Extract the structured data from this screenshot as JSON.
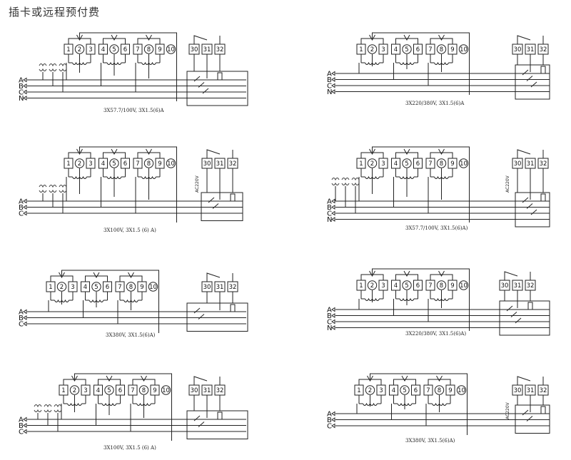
{
  "title": "插卡或远程预付费",
  "diagrams": [
    {
      "label": "3X57.7/100V,    3X1.5(6)A",
      "phases": [
        "A",
        "B",
        "C",
        "N"
      ],
      "terminals": [
        "1",
        "2",
        "3",
        "4",
        "5",
        "6",
        "7",
        "8",
        "9",
        "10",
        "30",
        "31",
        "32"
      ],
      "aux": ""
    },
    {
      "label": "3X220/380V,    3X1.5(6)A",
      "phases": [
        "A",
        "B",
        "C",
        "N"
      ],
      "terminals": [
        "1",
        "2",
        "3",
        "4",
        "5",
        "6",
        "7",
        "8",
        "9",
        "10",
        "30",
        "31",
        "32"
      ],
      "aux": ""
    },
    {
      "label": "3X100V,    3X1.5 (6) A)",
      "phases": [
        "A",
        "B",
        "C"
      ],
      "terminals": [
        "1",
        "2",
        "3",
        "4",
        "5",
        "6",
        "7",
        "8",
        "9",
        "10",
        "30",
        "31",
        "32"
      ],
      "aux": "AC220V"
    },
    {
      "label": "3X57.7/100V,    3X1.5(6)A)",
      "phases": [
        "A",
        "B",
        "C",
        "N"
      ],
      "terminals": [
        "1",
        "2",
        "3",
        "4",
        "5",
        "6",
        "7",
        "8",
        "9",
        "10",
        "30",
        "31",
        "32"
      ],
      "aux": "AC220V"
    },
    {
      "label": "3X380V,    3X1.5(6)A)",
      "phases": [
        "A",
        "B",
        "C"
      ],
      "terminals": [
        "1",
        "2",
        "3",
        "4",
        "5",
        "6",
        "7",
        "8",
        "9",
        "10",
        "30",
        "31",
        "32"
      ],
      "aux": ""
    },
    {
      "label": "3X220/380V,    3X1.5(6)A)",
      "phases": [
        "A",
        "B",
        "C",
        "N"
      ],
      "terminals": [
        "1",
        "2",
        "3",
        "4",
        "5",
        "6",
        "7",
        "8",
        "9",
        "10",
        "30",
        "31",
        "32"
      ],
      "aux": ""
    },
    {
      "label": "3X100V,    3X1.5 (6) A)",
      "phases": [
        "A",
        "B",
        "C"
      ],
      "terminals": [
        "1",
        "2",
        "3",
        "4",
        "5",
        "6",
        "7",
        "8",
        "9",
        "10",
        "30",
        "31",
        "32"
      ],
      "aux": ""
    },
    {
      "label": "3X380V,    3X1.5(6)A)",
      "phases": [
        "A",
        "B",
        "C"
      ],
      "terminals": [
        "1",
        "2",
        "3",
        "4",
        "5",
        "6",
        "7",
        "8",
        "9",
        "10",
        "30",
        "31",
        "32"
      ],
      "aux": "AC220V"
    }
  ]
}
